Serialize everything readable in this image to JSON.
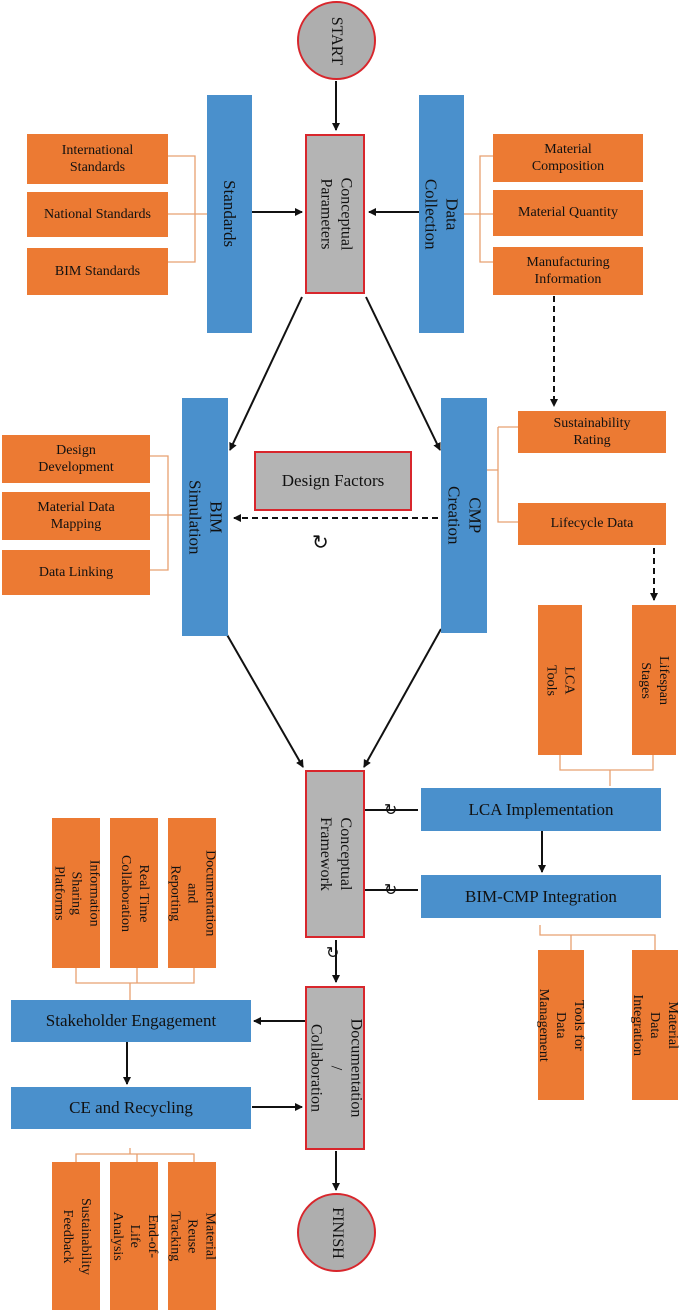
{
  "terminals": {
    "start": "START",
    "finish": "FINISH"
  },
  "core": {
    "conceptual_parameters": "Conceptual\nParameters",
    "design_factors": "Design Factors",
    "conceptual_framework": "Conceptual\nFramework",
    "documentation_collaboration": "Documentation /\nCollaboration"
  },
  "blue": {
    "standards": "Standards",
    "data_collection": "Data Collection",
    "bim_simulation": "BIM Simulation",
    "cmp_creation": "CMP Creation",
    "lca_implementation": "LCA Implementation",
    "bim_cmp_integration": "BIM-CMP Integration",
    "stakeholder_engagement": "Stakeholder Engagement",
    "ce_recycling": "CE and Recycling"
  },
  "orange": {
    "international_standards": "International\nStandards",
    "national_standards": "National Standards",
    "bim_standards": "BIM Standards",
    "material_composition": "Material\nComposition",
    "material_quantity": "Material Quantity",
    "manufacturing_information": "Manufacturing\nInformation",
    "design_development": "Design\nDevelopment",
    "material_data_mapping": "Material Data\nMapping",
    "data_linking": "Data Linking",
    "sustainability_rating": "Sustainability\nRating",
    "lifecycle_data": "Lifecycle Data",
    "lca_tools": "LCA Tools",
    "lifespan_stages": "Lifespan Stages",
    "information_sharing_platforms": "Information Sharing\nPlatforms",
    "real_time_collaboration": "Real Time\nCollaboration",
    "documentation_reporting": "Documentation and\nReporting",
    "tools_data_management": "Tools for Data\nManagement",
    "material_data_integration": "Material Data\nIntegration",
    "sustainability_feedback": "Sustainability\nFeedback",
    "end_of_life_analysis": "End-of-Life Analysis",
    "material_reuse_tracking": "Material Reuse\nTracking"
  },
  "colors": {
    "orange": "#EC7A33",
    "blue": "#4A90CC",
    "gray": "#B4B4B4",
    "border_red": "#D8262C",
    "connector": "#E8A070"
  },
  "icons": {
    "cycle": "cycle-arrows-icon"
  }
}
